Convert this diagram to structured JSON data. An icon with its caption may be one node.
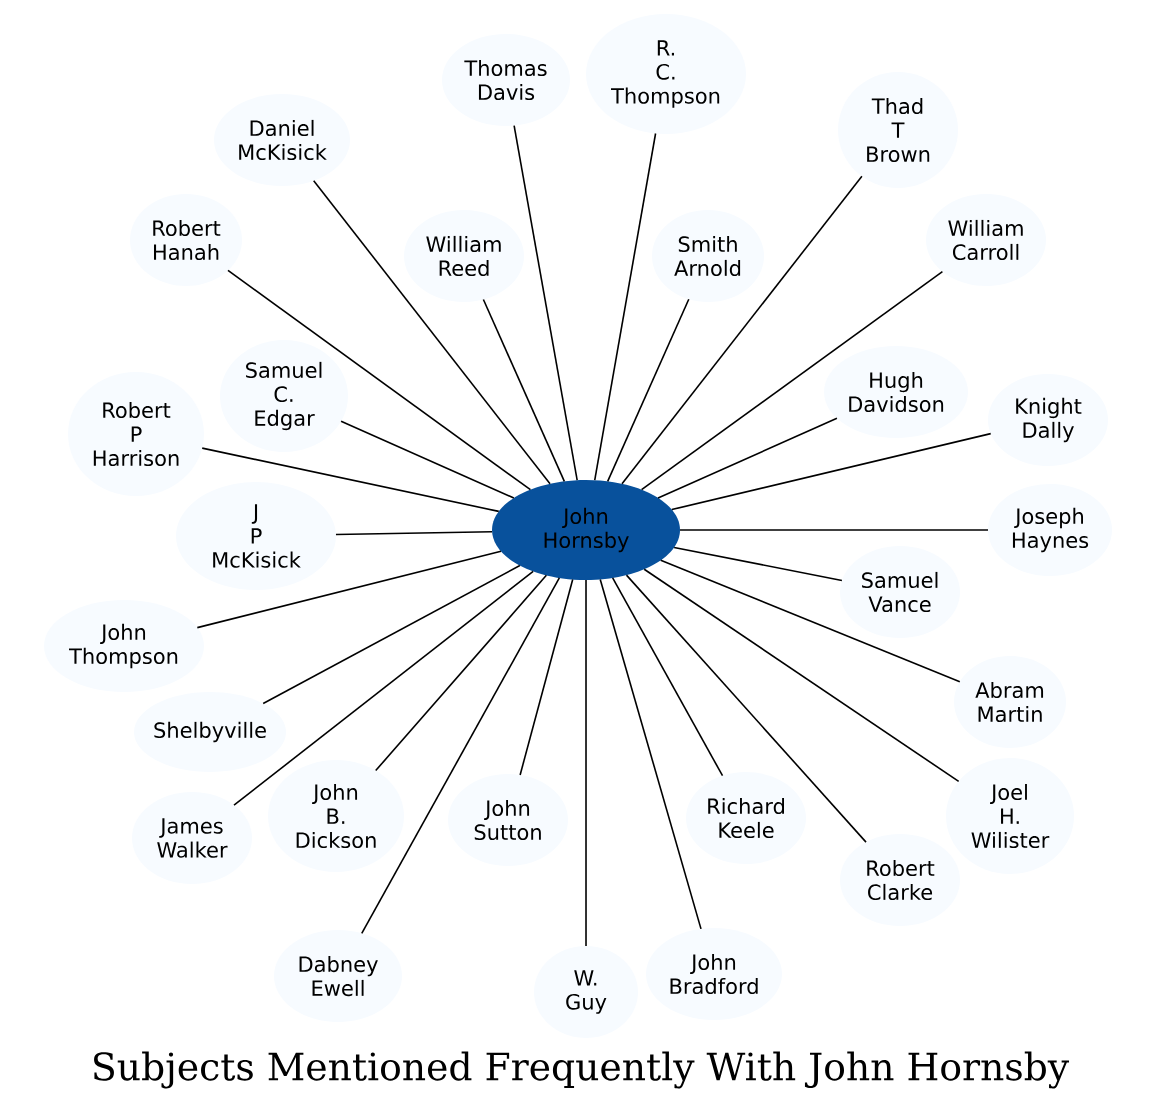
{
  "diagram": {
    "title": "Subjects Mentioned Frequently With John Hornsby",
    "nodes": [
      {
        "text": [
          "John Hornsby"
        ]
      },
      {
        "text": [
          "Thomas Davis"
        ]
      },
      {
        "text": [
          "R. C. Thompson"
        ]
      },
      {
        "text": [
          "Thad T Brown"
        ]
      },
      {
        "text": [
          "Daniel McKisick"
        ]
      },
      {
        "text": [
          "Robert Hanah"
        ]
      },
      {
        "text": [
          "William Reed"
        ]
      },
      {
        "text": [
          "Smith Arnold"
        ]
      },
      {
        "text": [
          "William Carroll"
        ]
      },
      {
        "text": [
          "Samuel C. Edgar"
        ]
      },
      {
        "text": [
          "Knight Dally"
        ]
      },
      {
        "text": [
          "Robert P Harrison"
        ]
      },
      {
        "text": [
          "Hugh Davidson"
        ]
      },
      {
        "text": [
          "J P McKisick"
        ]
      },
      {
        "text": [
          "Joseph Haynes"
        ]
      },
      {
        "text": [
          "John Thompson"
        ]
      },
      {
        "text": [
          "Samuel Vance"
        ]
      },
      {
        "text": [
          "Abram Martin"
        ]
      },
      {
        "text": [
          "Shelbyville"
        ]
      },
      {
        "text": [
          "Joel H. Wilister"
        ]
      },
      {
        "text": [
          "Richard Keele"
        ]
      },
      {
        "text": [
          "James Walker"
        ]
      },
      {
        "text": [
          "John B. Dickson"
        ]
      },
      {
        "text": [
          "John Sutton"
        ]
      },
      {
        "text": [
          "Robert Clarke"
        ]
      },
      {
        "text": [
          "John Bradford"
        ]
      },
      {
        "text": [
          "Dabney Ewell"
        ]
      },
      {
        "text": [
          "W. Guy"
        ]
      }
    ],
    "edges": [
      {
        "from": 0,
        "to": 1,
        "arrow": "none"
      },
      {
        "from": 0,
        "to": 2,
        "arrow": "none"
      },
      {
        "from": 0,
        "to": 3,
        "arrow": "none"
      },
      {
        "from": 0,
        "to": 4,
        "arrow": "none"
      },
      {
        "from": 0,
        "to": 5,
        "arrow": "none"
      },
      {
        "from": 0,
        "to": 6,
        "arrow": "none"
      },
      {
        "from": 0,
        "to": 7,
        "arrow": "none"
      },
      {
        "from": 0,
        "to": 8,
        "arrow": "none"
      },
      {
        "from": 0,
        "to": 9,
        "arrow": "none"
      },
      {
        "from": 0,
        "to": 10,
        "arrow": "none"
      },
      {
        "from": 0,
        "to": 11,
        "arrow": "none"
      },
      {
        "from": 0,
        "to": 12,
        "arrow": "none"
      },
      {
        "from": 0,
        "to": 13,
        "arrow": "none"
      },
      {
        "from": 0,
        "to": 14,
        "arrow": "none"
      },
      {
        "from": 0,
        "to": 15,
        "arrow": "none"
      },
      {
        "from": 0,
        "to": 16,
        "arrow": "none"
      },
      {
        "from": 0,
        "to": 17,
        "arrow": "none"
      },
      {
        "from": 0,
        "to": 18,
        "arrow": "none"
      },
      {
        "from": 0,
        "to": 19,
        "arrow": "none"
      },
      {
        "from": 0,
        "to": 20,
        "arrow": "none"
      },
      {
        "from": 0,
        "to": 21,
        "arrow": "none"
      },
      {
        "from": 0,
        "to": 22,
        "arrow": "none"
      },
      {
        "from": 0,
        "to": 23,
        "arrow": "none"
      },
      {
        "from": 0,
        "to": 24,
        "arrow": "none"
      },
      {
        "from": 0,
        "to": 25,
        "arrow": "none"
      },
      {
        "from": 0,
        "to": 26,
        "arrow": "none"
      },
      {
        "from": 0,
        "to": 27,
        "arrow": "none"
      }
    ]
  }
}
